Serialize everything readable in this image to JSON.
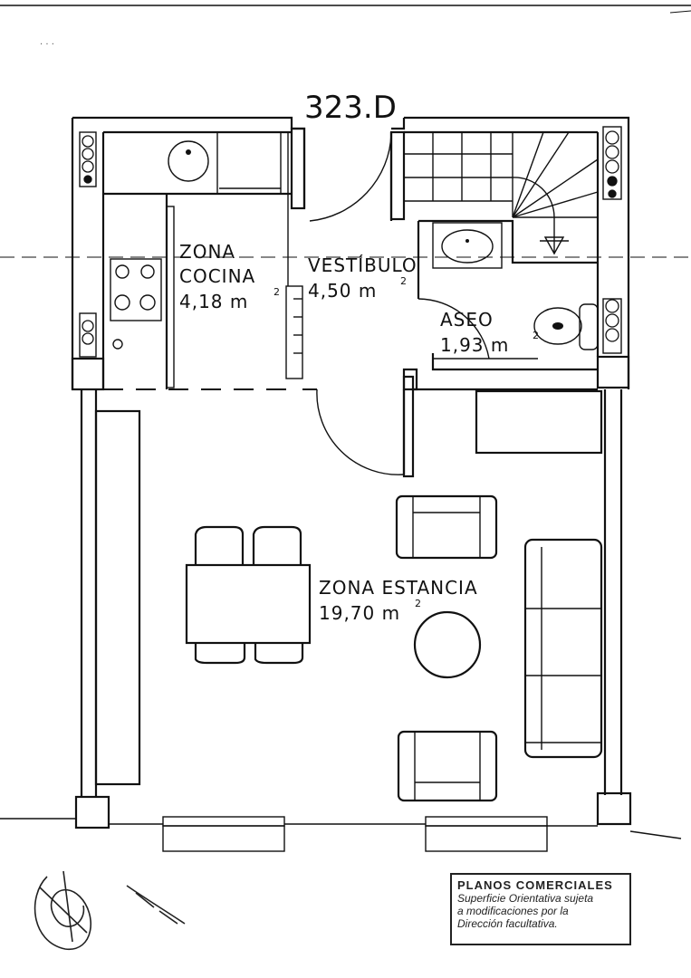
{
  "unit_code": "323.D",
  "rooms": {
    "cocina": {
      "name_line1": "ZONA",
      "name_line2": "COCINA",
      "area": "4,18 m",
      "sup": "2"
    },
    "vestibulo": {
      "name": "VESTÍBULO",
      "area": "4,50 m",
      "sup": "2"
    },
    "aseo": {
      "name": "ASEO",
      "area": "1,93 m",
      "sup": "2"
    },
    "estancia": {
      "name": "ZONA ESTANCIA",
      "area": "19,70 m",
      "sup": "2"
    }
  },
  "stamp": {
    "title": "PLANOS COMERCIALES",
    "line1": "Superficie Orientativa sujeta",
    "line2": "a modificaciones por la",
    "line3": "Dirección facultativa."
  }
}
